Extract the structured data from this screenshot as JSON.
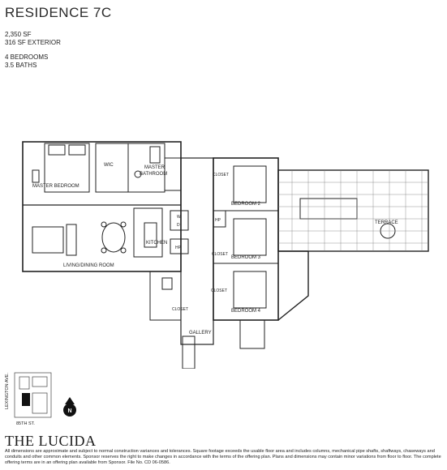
{
  "header": {
    "title": "RESIDENCE 7C",
    "specs": [
      "2,350 SF",
      "316 SF EXTERIOR"
    ],
    "rooms": [
      "4 BEDROOMS",
      "3.5 BATHS"
    ]
  },
  "plan": {
    "rooms": {
      "master_bedroom": "MASTER BEDROOM",
      "wic": "WIC",
      "master_bathroom_line1": "MASTER",
      "master_bathroom_line2": "BATHROOM",
      "closet": "CLOSET",
      "bedroom2": "BEDROOM 2",
      "bedroom3": "BEDROOM 3",
      "bedroom4": "BEDROOM 4",
      "living_dining": "LIVING/DINING ROOM",
      "kitchen": "KITCHEN",
      "gallery": "GALLERY",
      "terrace": "TERRACE"
    },
    "fixtures": {
      "wd": [
        "W",
        "D"
      ],
      "hp": "HP"
    }
  },
  "keymap": {
    "avenue": "LEXINGTON AVE.",
    "street": "85TH ST.",
    "north": "N"
  },
  "footer": {
    "brand": "THE LUCIDA",
    "disclaimer": "All dimensions are approximate and subject to normal construction variances and tolerances. Square footage exceeds the usable floor area and includes columns, mechanical pipe shafts, shaftways, chaseways and conduits and other common elements. Sponsor reserves the right to make changes in accordance with the terms of the offering plan. Plans and dimensions may contain minor variations from floor to floor. The complete offering terms are in an offering plan available from Sponsor. File No. CD 06-0586."
  }
}
